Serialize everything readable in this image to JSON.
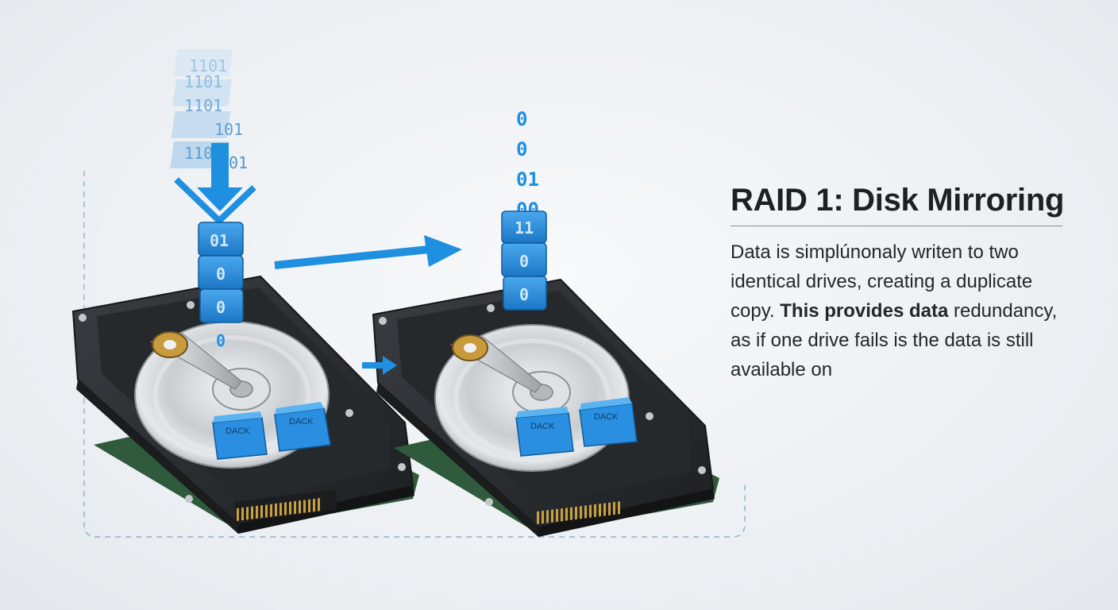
{
  "title": "RAID 1: Disk Mirroring",
  "description": {
    "part1": "Data is simplúnonaly writen to two identical drives, creating a duplicate copy. ",
    "emphasis": "This provides data",
    "part2": " redundancy, as if one drive fails is the data is still available on"
  },
  "drives": [
    {
      "block_labels": [
        "DACK",
        "DACK"
      ],
      "stack_labels": [
        "01",
        "0",
        "0",
        "0"
      ]
    },
    {
      "block_labels": [
        "DACK",
        "DACK"
      ],
      "stack_labels": [
        "11",
        "0",
        "0"
      ]
    }
  ],
  "incoming_stream": [
    "1101",
    "1101",
    "1101",
    "101",
    "1101",
    "01"
  ],
  "mirror_stream": [
    "0",
    "0",
    "01",
    "00"
  ],
  "colors": {
    "accent": "#1f8fe0",
    "block": "#2a8fe0",
    "drive_body": "#2b2e31",
    "platter": "#cfd3d6",
    "pcb": "#2f5a3c",
    "pins": "#c9a040"
  },
  "icons": {
    "flow_arrow": "arrow-right-icon",
    "input_arrow": "arrow-down-icon"
  }
}
